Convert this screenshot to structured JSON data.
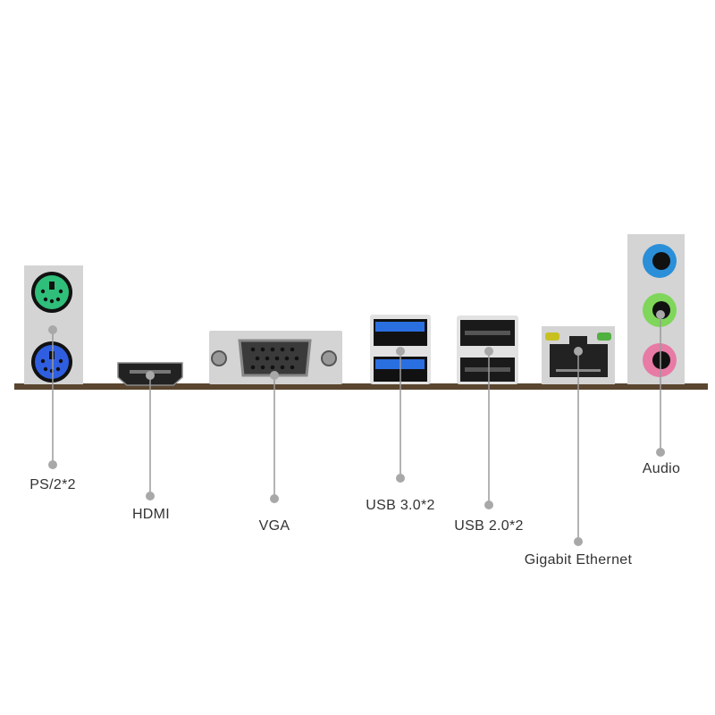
{
  "title": "Motherboard rear I/O panel",
  "ports": [
    {
      "id": "ps2",
      "label": "PS/2*2"
    },
    {
      "id": "hdmi",
      "label": "HDMI"
    },
    {
      "id": "vga",
      "label": "VGA"
    },
    {
      "id": "usb3",
      "label": "USB 3.0*2"
    },
    {
      "id": "usb2",
      "label": "USB 2.0*2"
    },
    {
      "id": "lan",
      "label": "Gigabit Ethernet"
    },
    {
      "id": "audio",
      "label": "Audio"
    }
  ],
  "colors": {
    "ps2_mouse": "#2fbf7a",
    "ps2_keyboard": "#2f5fe0",
    "usb3": "#2a6fe0",
    "audio_line_in": "#2a8fd8",
    "audio_line_out": "#7fd65a",
    "audio_mic": "#e87aa6",
    "led_left": "#c8c020",
    "led_right": "#50b040",
    "board": "#5a4630",
    "leader": "#9a9a9a"
  }
}
